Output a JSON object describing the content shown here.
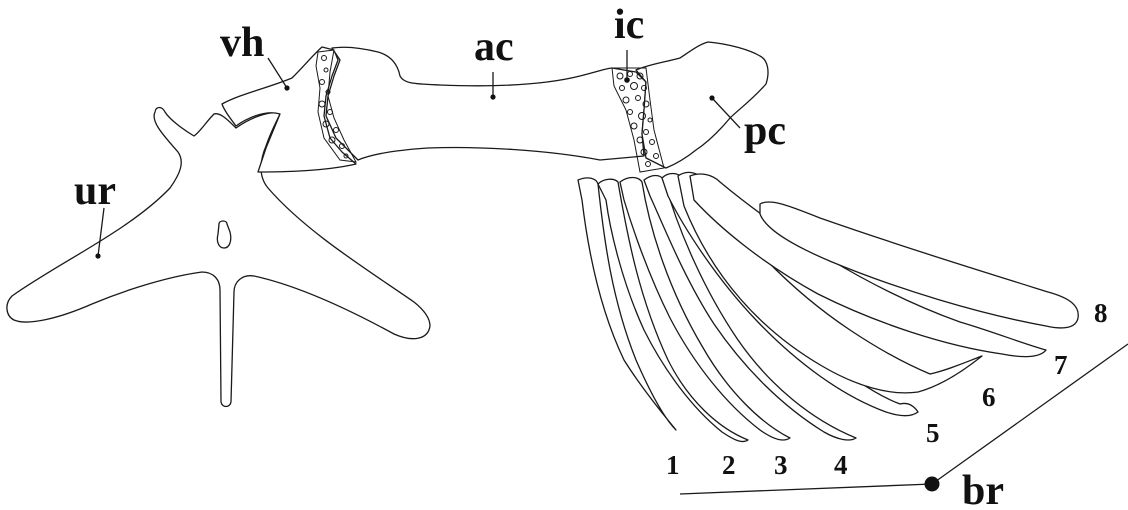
{
  "figure": {
    "labels": {
      "ur": "ur",
      "vh": "vh",
      "ac": "ac",
      "ic": "ic",
      "pc": "pc",
      "br": "br"
    },
    "ray_numbers": [
      "1",
      "2",
      "3",
      "4",
      "5",
      "6",
      "7",
      "8"
    ]
  },
  "colors": {
    "stroke": "#1a1a1a",
    "fill": "#ffffff",
    "text": "#111111"
  }
}
